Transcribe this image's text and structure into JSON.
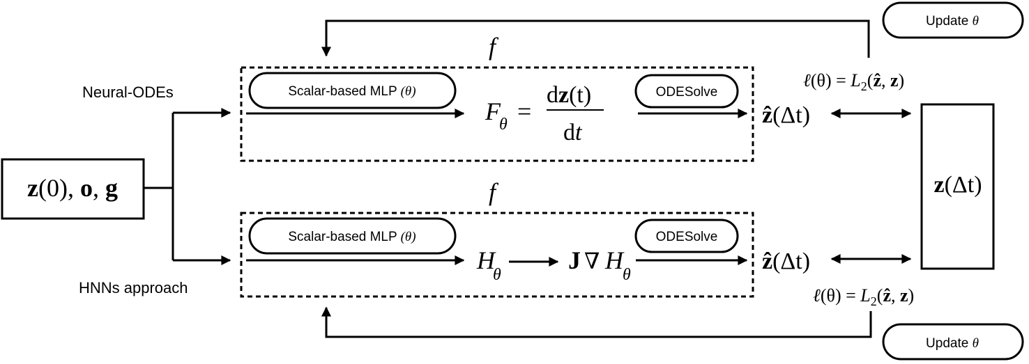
{
  "input": {
    "z": "z",
    "zero": "(0)",
    "sep1": ", ",
    "o": "o",
    "sep2": ", ",
    "g": "g"
  },
  "branch_labels": {
    "top": "Neural-ODEs",
    "bottom": "HNNs approach"
  },
  "f_label": "f",
  "mlp_label": "Scalar-based MLP",
  "mlp_param": "(θ)",
  "odesolve_label": "ODESolve",
  "top_formula": {
    "F": "F",
    "theta_sub": "θ",
    "equals": "=",
    "num_d": "d",
    "num_z": "z",
    "num_t": "(t)",
    "den_d": "d",
    "den_t": "t"
  },
  "bottom_formula": {
    "H": "H",
    "theta_sub": "θ",
    "J": "J",
    "nabla": "∇",
    "H2": "H",
    "theta_sub2": "θ"
  },
  "prediction": {
    "z_hat": "ẑ",
    "arg": "(Δt)"
  },
  "loss": {
    "ell": "ℓ",
    "theta": "(θ)",
    "eq": " = ",
    "L": "L",
    "sub": "2",
    "args_open": "(",
    "z_hat": "ẑ",
    "comma": ", ",
    "z": "z",
    "args_close": ")"
  },
  "target": {
    "z": "z",
    "arg": "(Δt)"
  },
  "update": {
    "label": "Update",
    "theta": "θ"
  }
}
